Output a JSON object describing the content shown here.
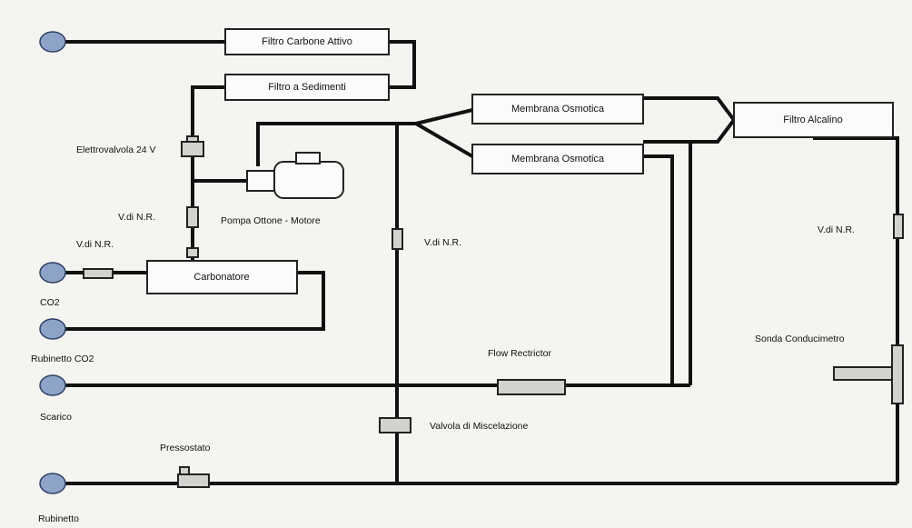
{
  "components": {
    "filtro_carbone": "Filtro Carbone Attivo",
    "filtro_sedimenti": "Filtro a Sedimenti",
    "membrana_1": "Membrana Osmotica",
    "membrana_2": "Membrana Osmotica",
    "filtro_alcalino": "Filtro Alcalino",
    "carbonatore": "Carbonatore"
  },
  "labels": {
    "elettrovalvola": "Elettrovalvola 24 V",
    "vnr_pump": "V.di N.R.",
    "pompa": "Pompa Ottone - Motore",
    "vnr_co2": "V.di N.R.",
    "vnr_center": "V.di N.R.",
    "vnr_right": "V.di N.R.",
    "flow_restrictor": "Flow Rectrictor",
    "sonda": "Sonda Conducimetro",
    "valvola_miscelazione": "Valvola di Miscelazione",
    "pressostato": "Pressostato"
  },
  "ports": {
    "co2": "CO2",
    "rubinetto_co2": "Rubinetto CO2",
    "scarico": "Scarico",
    "rubinetto": "Rubinetto"
  }
}
